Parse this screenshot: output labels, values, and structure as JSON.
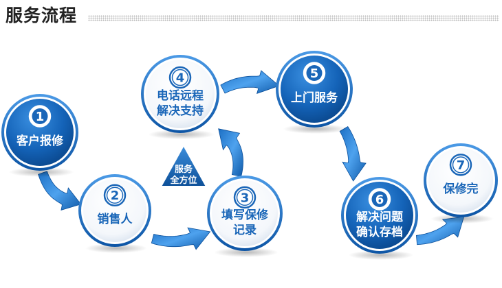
{
  "header": {
    "title": "服务流程"
  },
  "colors": {
    "dark_blue": "#0b4f9a",
    "mid_blue": "#1d73c7",
    "white_card": "#ffffff",
    "number_blue": "#1a66b8"
  },
  "center_badge": {
    "lines": [
      "服务",
      "全方位"
    ]
  },
  "steps": [
    {
      "number": "1",
      "lines": [
        "客户报修"
      ],
      "style": "dark"
    },
    {
      "number": "2",
      "lines": [
        "销售人"
      ],
      "style": "light"
    },
    {
      "number": "3",
      "lines": [
        "填写保修",
        "记录"
      ],
      "style": "light"
    },
    {
      "number": "4",
      "lines": [
        "电话远程",
        "解决支持"
      ],
      "style": "light"
    },
    {
      "number": "5",
      "lines": [
        "上门服务"
      ],
      "style": "dark"
    },
    {
      "number": "6",
      "lines": [
        "解决问题",
        "确认存档"
      ],
      "style": "dark"
    },
    {
      "number": "7",
      "lines": [
        "保修完"
      ],
      "style": "light"
    }
  ]
}
